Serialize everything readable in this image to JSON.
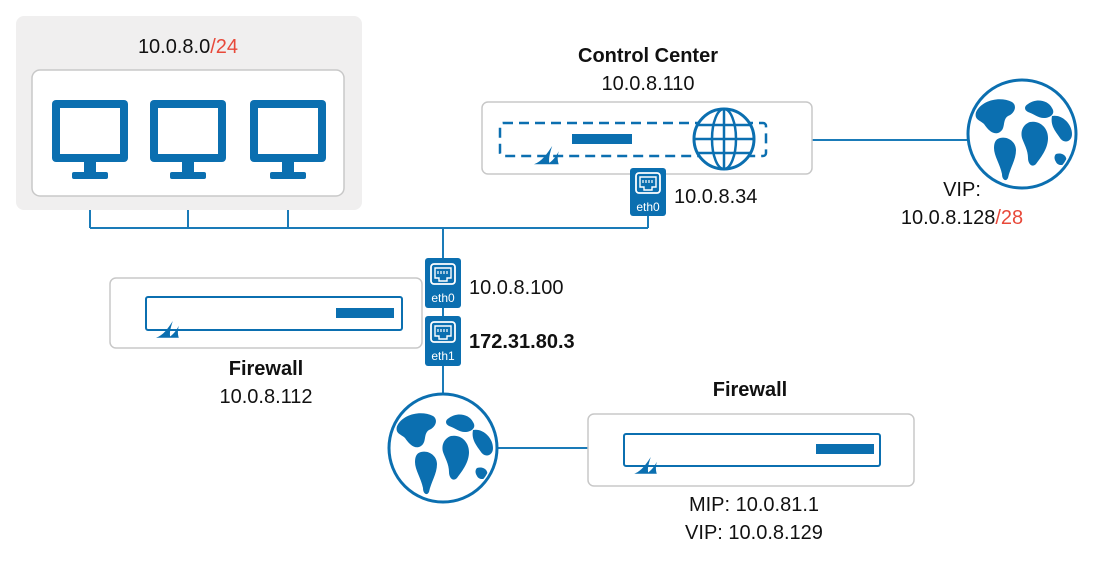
{
  "colors": {
    "brand_blue": "#0b6fb0",
    "line_blue": "#1a7bb8",
    "accent_red": "#e8493a",
    "panel_grey": "#f0efef",
    "device_border": "#c8c8c8"
  },
  "subnet": {
    "network": "10.0.8.0",
    "mask": "/24"
  },
  "control_center": {
    "title": "Control Center",
    "ip": "10.0.8.110",
    "port_label": "eth0",
    "port_ip": "10.0.8.34",
    "icon": "globe-icon"
  },
  "vip_cloud": {
    "label": "VIP:",
    "network": "10.0.8.128",
    "mask": "/28",
    "icon": "world-icon"
  },
  "firewall_1": {
    "title": "Firewall",
    "ip": "10.0.8.112",
    "eth0_label": "eth0",
    "eth0_ip": "10.0.8.100",
    "eth1_label": "eth1",
    "eth1_ip": "172.31.80.3"
  },
  "internet": {
    "icon": "world-icon"
  },
  "firewall_2": {
    "title": "Firewall",
    "mip": "MIP: 10.0.81.1",
    "vip": "VIP: 10.0.8.129"
  }
}
